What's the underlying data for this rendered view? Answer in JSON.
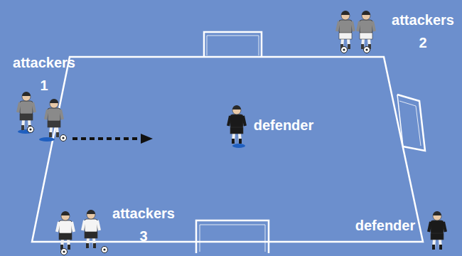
{
  "diagram": {
    "labels": [
      "attackers 1",
      "attackers 2",
      "attackers 3",
      "defender",
      "defender"
    ]
  }
}
